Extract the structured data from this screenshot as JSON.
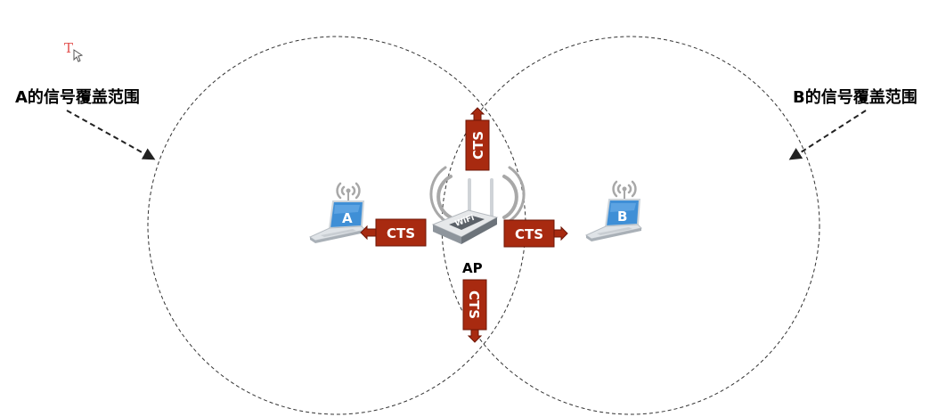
{
  "coverage_labels": {
    "a": "A的信号覆盖范围",
    "b": "B的信号覆盖范围"
  },
  "devices": {
    "laptop_a": "A",
    "laptop_b": "B",
    "access_point": "AP"
  },
  "signals": {
    "left": "CTS",
    "right": "CTS",
    "up": "CTS",
    "down": "CTS"
  },
  "colors": {
    "cts_fill": "#a82a10",
    "cts_border": "#6e1606",
    "text_fill": "#ffffff",
    "laptop_screen": "#3f8fd6",
    "circle_stroke": "#333333",
    "tool_icon": "#e2504d"
  },
  "icons": {
    "text_tool": "text-cursor-icon",
    "wifi": "wifi-waves-icon",
    "router": "wireless-router-icon",
    "laptop": "laptop-icon"
  }
}
